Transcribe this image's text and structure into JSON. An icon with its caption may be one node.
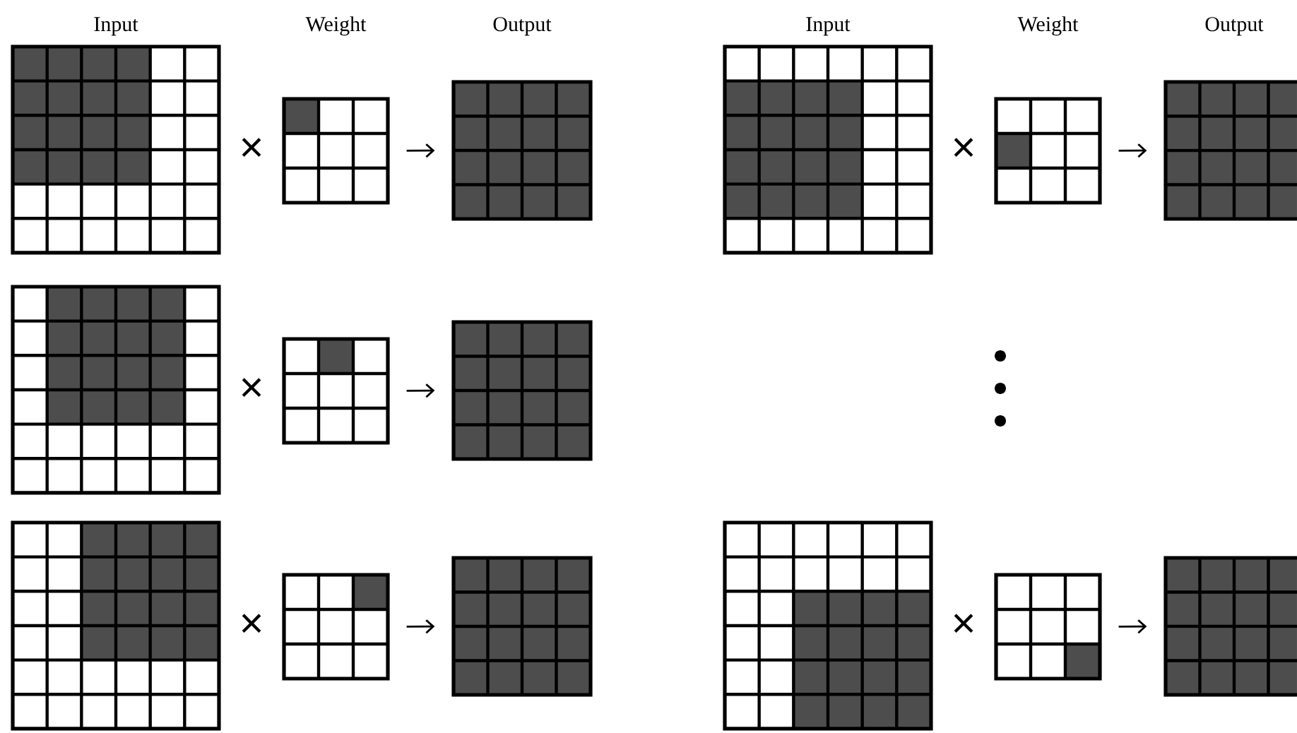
{
  "diagram": {
    "nodes": [
      {
        "text": [
          "Input"
        ]
      },
      {
        "text": [
          "Weight"
        ]
      },
      {
        "text": [
          "Output"
        ]
      },
      {
        "text": [
          "Input"
        ]
      },
      {
        "text": [
          "Weight"
        ]
      },
      {
        "text": [
          "Output"
        ]
      },
      {
        "text": [],
        "shape": "grid"
      },
      {
        "text": [],
        "shape": "grid"
      },
      {
        "text": [],
        "shape": "grid"
      },
      {
        "text": [],
        "shape": "grid"
      },
      {
        "text": [],
        "shape": "grid"
      },
      {
        "text": [],
        "shape": "grid"
      },
      {
        "text": [],
        "shape": "grid"
      },
      {
        "text": [],
        "shape": "grid"
      },
      {
        "text": [],
        "shape": "grid"
      }
    ],
    "edges": [
      {
        "from": 1,
        "to": 2,
        "arrow": "to"
      },
      {
        "from": 4,
        "to": 5,
        "arrow": "to"
      },
      {
        "from": 7,
        "to": 8,
        "arrow": "to"
      },
      {
        "from": 10,
        "to": 11,
        "arrow": "to"
      },
      {
        "from": 13,
        "to": 14,
        "arrow": "to"
      }
    ],
    "labels": [
      "×",
      "×",
      "×",
      "×",
      "×"
    ]
  }
}
